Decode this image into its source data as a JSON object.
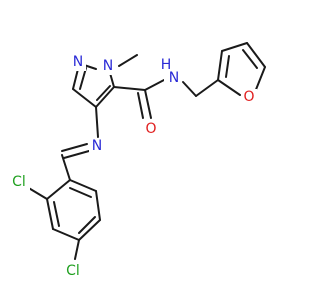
{
  "molecule": {
    "atoms": {
      "n_ring1": {
        "symbol": "N",
        "color": "#2a2ad6"
      },
      "n_ring2": {
        "symbol": "N",
        "color": "#2a2ad6"
      },
      "n_amide": {
        "symbol": "N",
        "color": "#2a2ad6"
      },
      "h_amide": {
        "symbol": "H",
        "color": "#2a2ad6"
      },
      "o_carbonyl": {
        "symbol": "O",
        "color": "#e01e1e"
      },
      "o_furan": {
        "symbol": "O",
        "color": "#e01e1e"
      },
      "n_imine": {
        "symbol": "N",
        "color": "#2a2ad6"
      },
      "cl_top": {
        "symbol": "Cl",
        "color": "#20a020"
      },
      "cl_bottom": {
        "symbol": "Cl",
        "color": "#20a020"
      }
    },
    "bond_color": "#1a1a1a"
  }
}
